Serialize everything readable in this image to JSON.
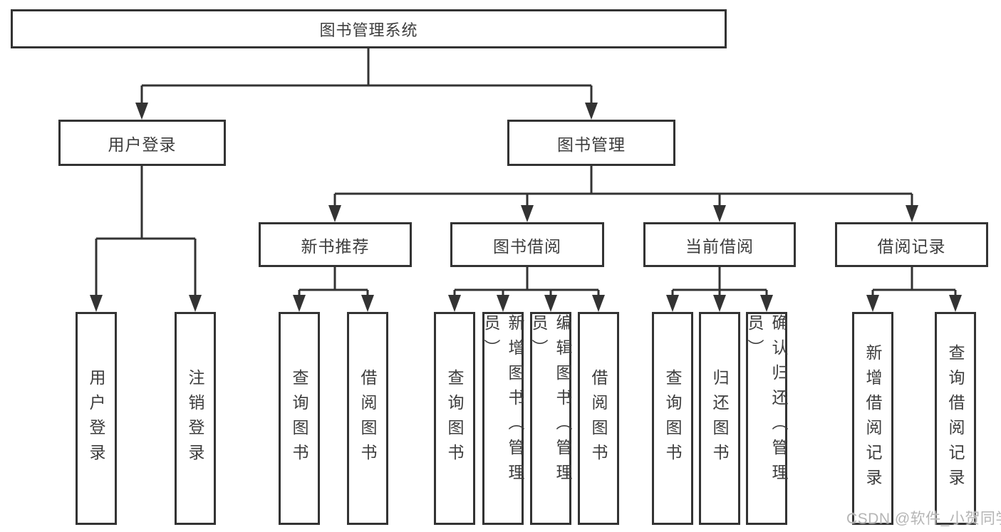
{
  "tree": {
    "root": {
      "label": "图书管理系统",
      "children": [
        {
          "label": "用户登录",
          "children": [
            {
              "label": "用户登录"
            },
            {
              "label": "注销登录"
            }
          ]
        },
        {
          "label": "图书管理",
          "children": [
            {
              "label": "新书推荐",
              "children": [
                {
                  "label": "查询图书"
                },
                {
                  "label": "借阅图书"
                }
              ]
            },
            {
              "label": "图书借阅",
              "children": [
                {
                  "label": "查询图书"
                },
                {
                  "label": "新增图书（管理员）"
                },
                {
                  "label": "编辑图书（管理员）"
                },
                {
                  "label": "借阅图书"
                }
              ]
            },
            {
              "label": "当前借阅",
              "children": [
                {
                  "label": "查询图书"
                },
                {
                  "label": "归还图书"
                },
                {
                  "label": "确认归还（管理员）"
                }
              ]
            },
            {
              "label": "借阅记录",
              "children": [
                {
                  "label": "新增借阅记录"
                },
                {
                  "label": "查询借阅记录"
                }
              ]
            }
          ]
        }
      ]
    }
  },
  "watermark": {
    "text": "CSDN @软件_小贺同学"
  },
  "colors": {
    "line": "#333333",
    "text": "#3d3d3d",
    "watermark": "#b5b5b5"
  }
}
